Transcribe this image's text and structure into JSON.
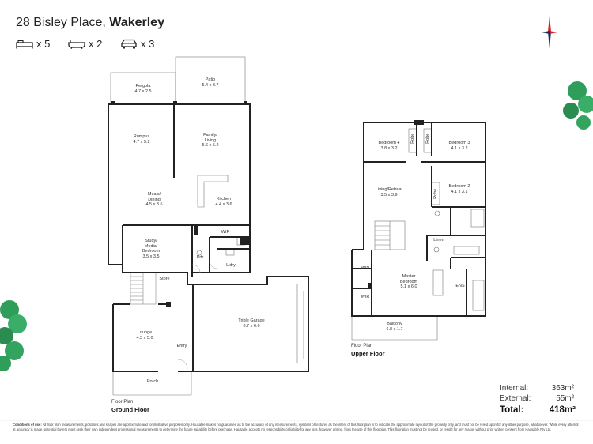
{
  "listing": {
    "street": "28 Bisley Place,",
    "suburb": "Wakerley"
  },
  "features": {
    "bedrooms": "x 5",
    "bathrooms": "x 2",
    "car_spaces": "x 3"
  },
  "ground_floor": {
    "caption": "Floor Plan",
    "name": "Ground Floor",
    "rooms": {
      "pergola": {
        "name": "Pergola",
        "size": "4.7 x 2.5"
      },
      "patio": {
        "name": "Patio",
        "size": "5.4 x 3.7"
      },
      "rumpus": {
        "name": "Rumpus",
        "size": "4.7 x 5.2"
      },
      "family": {
        "name": "Family/",
        "name2": "Living",
        "size": "5.6 x 5.2"
      },
      "meals": {
        "name": "Meals/",
        "name2": "Dining",
        "size": "4.5 x 3.6"
      },
      "kitchen": {
        "name": "Kitchen",
        "size": "4.4 x 3.6"
      },
      "wip": {
        "name": "WIP"
      },
      "pdr": {
        "name": "Pdr"
      },
      "ldry": {
        "name": "L'dry"
      },
      "study": {
        "name": "Study/",
        "name2": "Media/",
        "name3": "Bedroom",
        "size": "3.5 x 3.5"
      },
      "store": {
        "name": "Store"
      },
      "garage": {
        "name": "Triple Garage",
        "size": "8.7 x 6.6"
      },
      "lounge": {
        "name": "Lounge",
        "size": "4.3 x 5.0"
      },
      "entry": {
        "name": "Entry"
      },
      "porch": {
        "name": "Porch"
      }
    }
  },
  "upper_floor": {
    "caption": "Floor Plan",
    "name": "Upper Floor",
    "rooms": {
      "bed4": {
        "name": "Bedroom 4",
        "size": "3.8 x 3.2"
      },
      "bed3": {
        "name": "Bedroom 3",
        "size": "4.1 x 3.2"
      },
      "robe1": {
        "name": "Robe"
      },
      "robe2": {
        "name": "Robe"
      },
      "robe3": {
        "name": "Robe"
      },
      "living": {
        "name": "Living/Retreat",
        "size": "3.5 x 3.9"
      },
      "bed2": {
        "name": "Bedroom 2",
        "size": "4.1 x 3.1"
      },
      "linen": {
        "name": "Linen"
      },
      "wir1": {
        "name": "WIR"
      },
      "wir2": {
        "name": "WIR"
      },
      "master": {
        "name": "Master",
        "name2": "Bedroom",
        "size": "5.1 x 6.0"
      },
      "ens": {
        "name": "ENS"
      },
      "balcony": {
        "name": "Balcony",
        "size": "6.8 x 1.7"
      }
    }
  },
  "areas": {
    "internal_label": "Internal:",
    "internal_value": "363m²",
    "external_label": "External:",
    "external_value": "55m²",
    "total_label": "Total:",
    "total_value": "418m²"
  },
  "disclaimer": {
    "lead": "Conditions of use:",
    "text": "All floor plan measurements, positions and shapes are approximate and for illustrative purposes only. Hausable makes no guarantee as to the accuracy of any measurements, symbols or textures as the intent of this floor plan is to indicate the approximate layout of the property only, and must not be relied upon for any other purpose, whatsoever. While every attempt at accuracy is made, potential buyers must seek their own independent professional measurements to determine the future suitability before purchase. Hausable accepts no responsibility or liability for any loss, however arising, from the use of this floorplan. This floor plan must not be reused, or resold for any reason without prior written consent from Hausable Pty Ltd."
  },
  "colors": {
    "wall": "#222222",
    "thin_line": "#777777",
    "compass_red": "#d4202a",
    "compass_navy": "#1f2a55",
    "tree_green": "#2f9e5a"
  }
}
